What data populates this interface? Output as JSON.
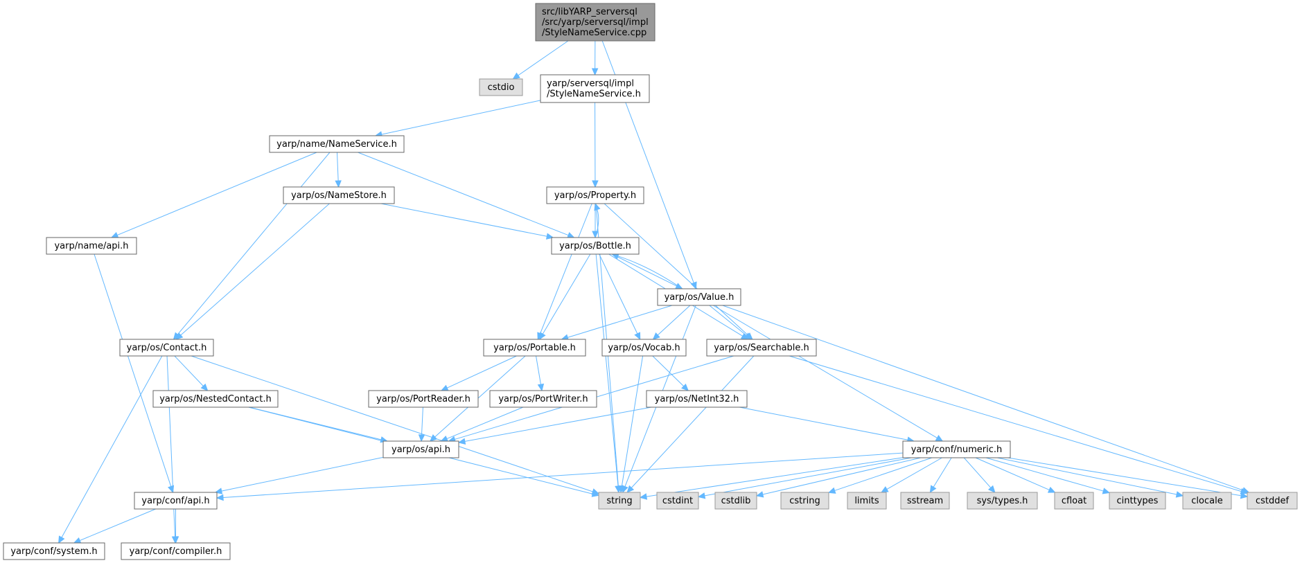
{
  "graph": {
    "colors": {
      "edge": "#63b8ff",
      "node_fill": "#ffffff",
      "node_stroke": "#666666",
      "root_fill": "#999999",
      "root_stroke": "#666666",
      "system_fill": "#e0e0e0",
      "system_stroke": "#999999",
      "text": "#000000"
    },
    "nodes": [
      {
        "id": "root",
        "lines": [
          "src/libYARP_serversql",
          "/src/yarp/serversql/impl",
          "/StyleNameService.cpp"
        ],
        "kind": "root"
      },
      {
        "id": "cstdio",
        "lines": [
          "cstdio"
        ],
        "kind": "system"
      },
      {
        "id": "stylenameservice_h",
        "lines": [
          "yarp/serversql/impl",
          "/StyleNameService.h"
        ],
        "kind": "header"
      },
      {
        "id": "nameservice_h",
        "lines": [
          "yarp/name/NameService.h"
        ],
        "kind": "header"
      },
      {
        "id": "property_h",
        "lines": [
          "yarp/os/Property.h"
        ],
        "kind": "header"
      },
      {
        "id": "namestore_h",
        "lines": [
          "yarp/os/NameStore.h"
        ],
        "kind": "header"
      },
      {
        "id": "name_api_h",
        "lines": [
          "yarp/name/api.h"
        ],
        "kind": "header"
      },
      {
        "id": "bottle_h",
        "lines": [
          "yarp/os/Bottle.h"
        ],
        "kind": "header"
      },
      {
        "id": "value_h",
        "lines": [
          "yarp/os/Value.h"
        ],
        "kind": "header"
      },
      {
        "id": "contact_h",
        "lines": [
          "yarp/os/Contact.h"
        ],
        "kind": "header"
      },
      {
        "id": "portable_h",
        "lines": [
          "yarp/os/Portable.h"
        ],
        "kind": "header"
      },
      {
        "id": "vocab_h",
        "lines": [
          "yarp/os/Vocab.h"
        ],
        "kind": "header"
      },
      {
        "id": "searchable_h",
        "lines": [
          "yarp/os/Searchable.h"
        ],
        "kind": "header"
      },
      {
        "id": "nestedcontact_h",
        "lines": [
          "yarp/os/NestedContact.h"
        ],
        "kind": "header"
      },
      {
        "id": "portreader_h",
        "lines": [
          "yarp/os/PortReader.h"
        ],
        "kind": "header"
      },
      {
        "id": "portwriter_h",
        "lines": [
          "yarp/os/PortWriter.h"
        ],
        "kind": "header"
      },
      {
        "id": "netint32_h",
        "lines": [
          "yarp/os/NetInt32.h"
        ],
        "kind": "header"
      },
      {
        "id": "os_api_h",
        "lines": [
          "yarp/os/api.h"
        ],
        "kind": "header"
      },
      {
        "id": "numeric_h",
        "lines": [
          "yarp/conf/numeric.h"
        ],
        "kind": "header"
      },
      {
        "id": "conf_api_h",
        "lines": [
          "yarp/conf/api.h"
        ],
        "kind": "header"
      },
      {
        "id": "string",
        "lines": [
          "string"
        ],
        "kind": "system"
      },
      {
        "id": "cstdint",
        "lines": [
          "cstdint"
        ],
        "kind": "system"
      },
      {
        "id": "cstdlib",
        "lines": [
          "cstdlib"
        ],
        "kind": "system"
      },
      {
        "id": "cstring",
        "lines": [
          "cstring"
        ],
        "kind": "system"
      },
      {
        "id": "limits",
        "lines": [
          "limits"
        ],
        "kind": "system"
      },
      {
        "id": "sstream",
        "lines": [
          "sstream"
        ],
        "kind": "system"
      },
      {
        "id": "sys_types_h",
        "lines": [
          "sys/types.h"
        ],
        "kind": "system"
      },
      {
        "id": "cfloat",
        "lines": [
          "cfloat"
        ],
        "kind": "system"
      },
      {
        "id": "cinttypes",
        "lines": [
          "cinttypes"
        ],
        "kind": "system"
      },
      {
        "id": "clocale",
        "lines": [
          "clocale"
        ],
        "kind": "system"
      },
      {
        "id": "cstddef",
        "lines": [
          "cstddef"
        ],
        "kind": "system"
      },
      {
        "id": "conf_system_h",
        "lines": [
          "yarp/conf/system.h"
        ],
        "kind": "header"
      },
      {
        "id": "conf_compiler_h",
        "lines": [
          "yarp/conf/compiler.h"
        ],
        "kind": "header"
      }
    ],
    "edges": [
      {
        "from": "root",
        "to": "cstdio"
      },
      {
        "from": "root",
        "to": "stylenameservice_h"
      },
      {
        "from": "root",
        "to": "value_h"
      },
      {
        "from": "stylenameservice_h",
        "to": "nameservice_h"
      },
      {
        "from": "stylenameservice_h",
        "to": "property_h"
      },
      {
        "from": "nameservice_h",
        "to": "name_api_h"
      },
      {
        "from": "nameservice_h",
        "to": "namestore_h"
      },
      {
        "from": "nameservice_h",
        "to": "bottle_h"
      },
      {
        "from": "nameservice_h",
        "to": "contact_h"
      },
      {
        "from": "namestore_h",
        "to": "bottle_h"
      },
      {
        "from": "namestore_h",
        "to": "contact_h"
      },
      {
        "from": "name_api_h",
        "to": "conf_api_h"
      },
      {
        "from": "property_h",
        "to": "bottle_h"
      },
      {
        "from": "property_h",
        "to": "portable_h"
      },
      {
        "from": "property_h",
        "to": "searchable_h"
      },
      {
        "from": "property_h",
        "to": "string"
      },
      {
        "from": "bottle_h",
        "to": "property_h"
      },
      {
        "from": "bottle_h",
        "to": "value_h"
      },
      {
        "from": "bottle_h",
        "to": "portable_h"
      },
      {
        "from": "bottle_h",
        "to": "vocab_h"
      },
      {
        "from": "bottle_h",
        "to": "searchable_h"
      },
      {
        "from": "bottle_h",
        "to": "string"
      },
      {
        "from": "value_h",
        "to": "bottle_h"
      },
      {
        "from": "value_h",
        "to": "portable_h"
      },
      {
        "from": "value_h",
        "to": "vocab_h"
      },
      {
        "from": "value_h",
        "to": "searchable_h"
      },
      {
        "from": "value_h",
        "to": "numeric_h"
      },
      {
        "from": "value_h",
        "to": "string"
      },
      {
        "from": "value_h",
        "to": "cstddef"
      },
      {
        "from": "contact_h",
        "to": "nestedcontact_h"
      },
      {
        "from": "contact_h",
        "to": "string"
      },
      {
        "from": "contact_h",
        "to": "conf_system_h"
      },
      {
        "from": "contact_h",
        "to": "conf_compiler_h"
      },
      {
        "from": "nestedcontact_h",
        "to": "os_api_h"
      },
      {
        "from": "nestedcontact_h",
        "to": "string"
      },
      {
        "from": "portable_h",
        "to": "portreader_h"
      },
      {
        "from": "portable_h",
        "to": "portwriter_h"
      },
      {
        "from": "portable_h",
        "to": "os_api_h"
      },
      {
        "from": "portreader_h",
        "to": "os_api_h"
      },
      {
        "from": "portwriter_h",
        "to": "os_api_h"
      },
      {
        "from": "vocab_h",
        "to": "netint32_h"
      },
      {
        "from": "vocab_h",
        "to": "string"
      },
      {
        "from": "netint32_h",
        "to": "os_api_h"
      },
      {
        "from": "netint32_h",
        "to": "numeric_h"
      },
      {
        "from": "searchable_h",
        "to": "os_api_h"
      },
      {
        "from": "searchable_h",
        "to": "string"
      },
      {
        "from": "searchable_h",
        "to": "cstddef"
      },
      {
        "from": "os_api_h",
        "to": "conf_api_h"
      },
      {
        "from": "numeric_h",
        "to": "conf_api_h"
      },
      {
        "from": "numeric_h",
        "to": "string"
      },
      {
        "from": "numeric_h",
        "to": "cstdint"
      },
      {
        "from": "numeric_h",
        "to": "cstdlib"
      },
      {
        "from": "numeric_h",
        "to": "cstring"
      },
      {
        "from": "numeric_h",
        "to": "limits"
      },
      {
        "from": "numeric_h",
        "to": "sstream"
      },
      {
        "from": "numeric_h",
        "to": "sys_types_h"
      },
      {
        "from": "numeric_h",
        "to": "cfloat"
      },
      {
        "from": "numeric_h",
        "to": "cinttypes"
      },
      {
        "from": "numeric_h",
        "to": "clocale"
      },
      {
        "from": "numeric_h",
        "to": "cstddef"
      },
      {
        "from": "conf_api_h",
        "to": "conf_system_h"
      },
      {
        "from": "conf_api_h",
        "to": "conf_compiler_h"
      }
    ]
  }
}
